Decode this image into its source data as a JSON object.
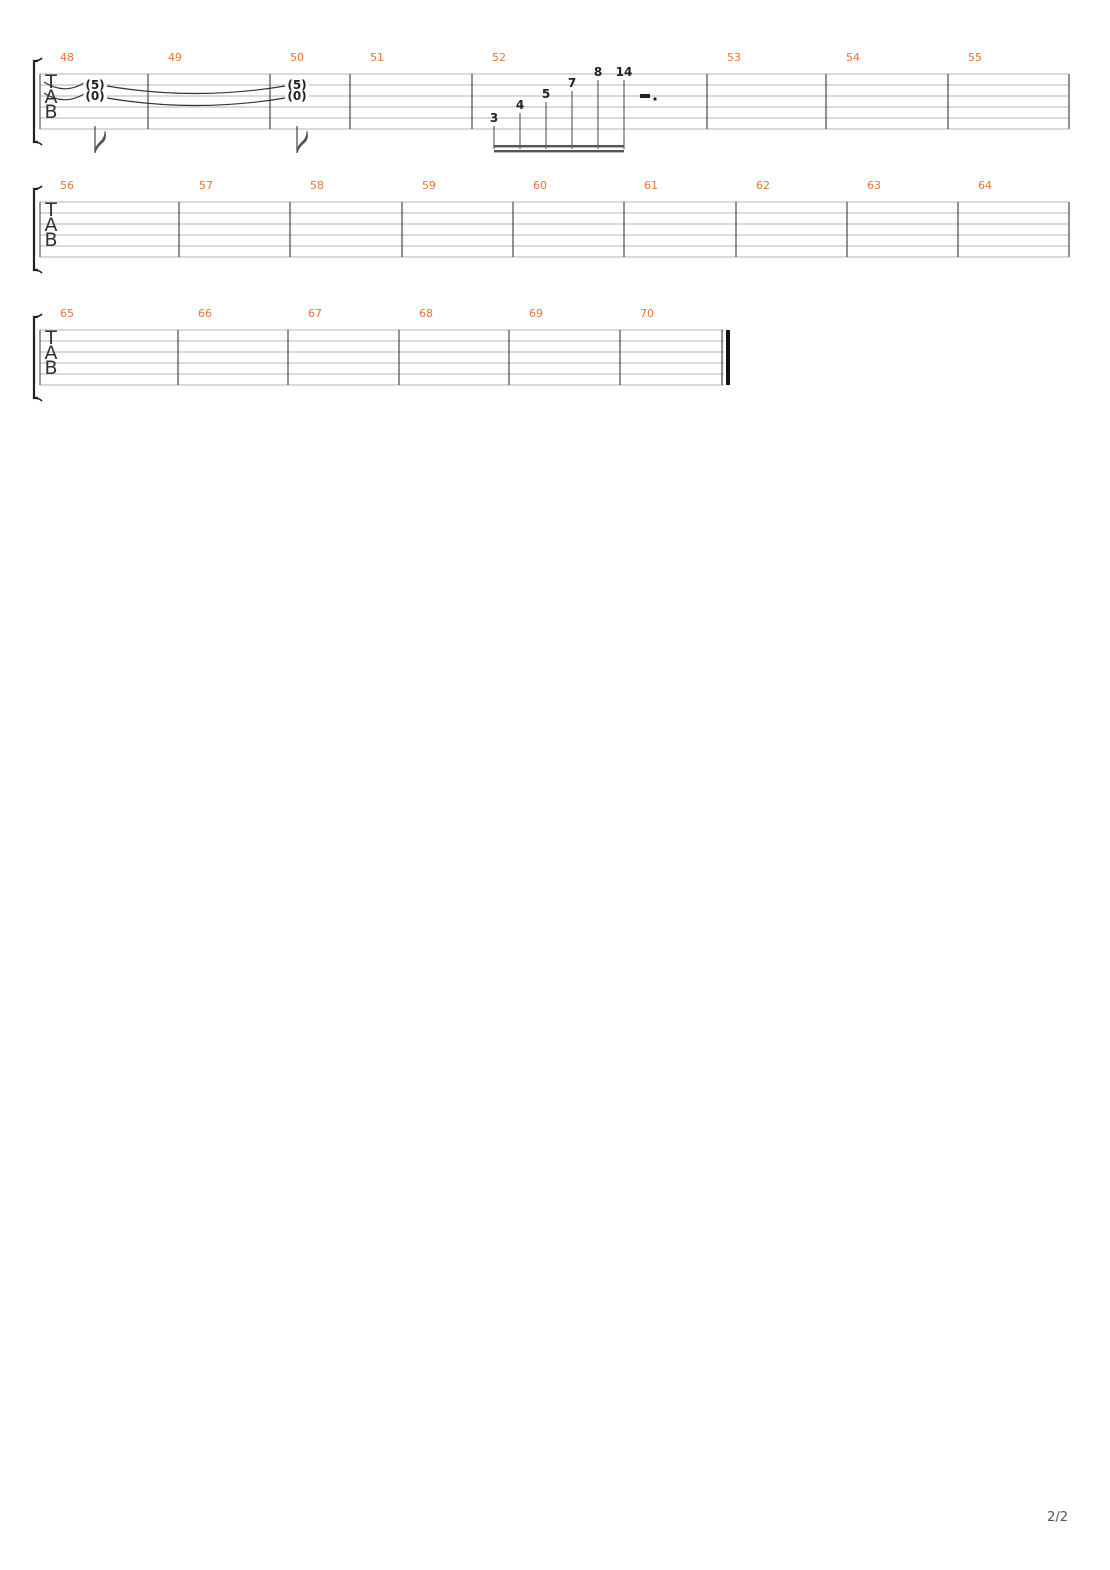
{
  "document": {
    "page_number": "2/2",
    "tab_clef": [
      "T",
      "A",
      "B"
    ],
    "colors": {
      "measure_number": "#e8743b",
      "staff_line": "#b5b5b5",
      "barline": "#3a3a3a",
      "note": "#222222"
    }
  },
  "systems": [
    {
      "measures": [
        {
          "number": "48",
          "notes": [
            {
              "fret": "(5)",
              "string": 1
            },
            {
              "fret": "(0)",
              "string": 2
            }
          ]
        },
        {
          "number": "49",
          "notes": []
        },
        {
          "number": "50",
          "notes": [
            {
              "fret": "(5)",
              "string": 1
            },
            {
              "fret": "(0)",
              "string": 2
            }
          ]
        },
        {
          "number": "51",
          "notes": []
        },
        {
          "number": "52",
          "notes": [
            {
              "fret": "3",
              "string": 4
            },
            {
              "fret": "4",
              "string": 3
            },
            {
              "fret": "5",
              "string": 2
            },
            {
              "fret": "7",
              "string": 1
            },
            {
              "fret": "8",
              "string": 0
            },
            {
              "fret": "14",
              "string": 0
            }
          ],
          "rest": "dotted-half-rest"
        },
        {
          "number": "53",
          "notes": []
        },
        {
          "number": "54",
          "notes": []
        },
        {
          "number": "55",
          "notes": []
        }
      ]
    },
    {
      "measures": [
        {
          "number": "56"
        },
        {
          "number": "57"
        },
        {
          "number": "58"
        },
        {
          "number": "59"
        },
        {
          "number": "60"
        },
        {
          "number": "61"
        },
        {
          "number": "62"
        },
        {
          "number": "63"
        },
        {
          "number": "64"
        }
      ]
    },
    {
      "measures": [
        {
          "number": "65"
        },
        {
          "number": "66"
        },
        {
          "number": "67"
        },
        {
          "number": "68"
        },
        {
          "number": "69"
        },
        {
          "number": "70"
        }
      ],
      "final_barline": true
    }
  ]
}
